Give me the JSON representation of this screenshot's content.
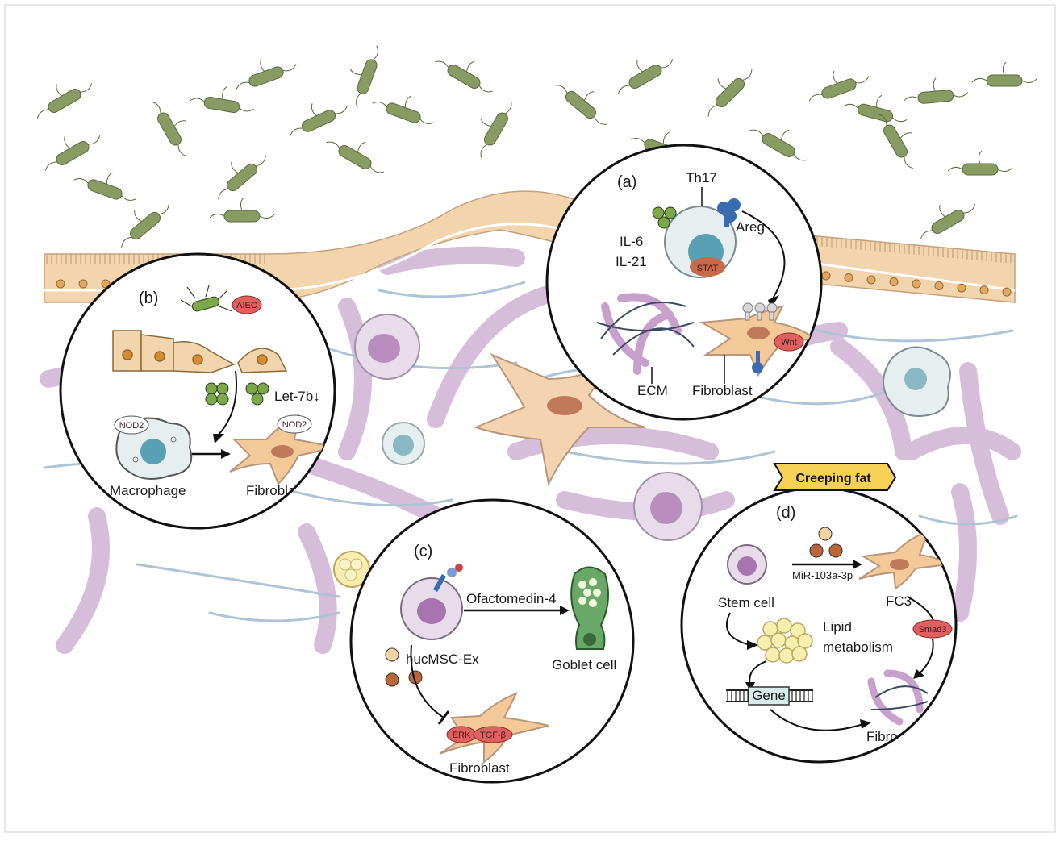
{
  "panels": {
    "a": {
      "letter": "(a)",
      "th17": "Th17",
      "areg": "Areg",
      "il6": "IL-6",
      "il21": "IL-21",
      "stat": "STAT",
      "wnt": "Wnt",
      "ecm": "ECM",
      "fibroblast": "Fibroblast"
    },
    "b": {
      "letter": "(b)",
      "aiec": "AIEC",
      "let7b": "Let-7b↓",
      "nod2_macrophage": "NOD2",
      "nod2_fibroblast": "NOD2",
      "macrophage": "Macrophage",
      "fibroblast": "Fibroblast"
    },
    "c": {
      "letter": "(c)",
      "ofactomedin": "Ofactomedin-4",
      "hucmsc": "hucMSC-Ex",
      "goblet": "Goblet cell",
      "erk": "ERK",
      "tgfb": "TGF-β",
      "fibroblast": "Fibroblast"
    },
    "d": {
      "letter": "(d)",
      "banner": "Creeping fat",
      "mir": "MiR-103a-3p",
      "fc3": "FC3",
      "stem": "Stem cell",
      "lipid1": "Lipid",
      "lipid2": "metabolism",
      "smad3": "Smad3",
      "gene": "Gene",
      "fibrosis": "Fibrosis"
    }
  },
  "colors": {
    "bacteria": "#8a9a63",
    "epithelium": "#f2d4ad",
    "fiber": "#d4bcd8",
    "fibroblast": "#f4c99a",
    "tag_red": "#e06060",
    "goblet": "#6aa86a",
    "banner": "#f7d155"
  }
}
